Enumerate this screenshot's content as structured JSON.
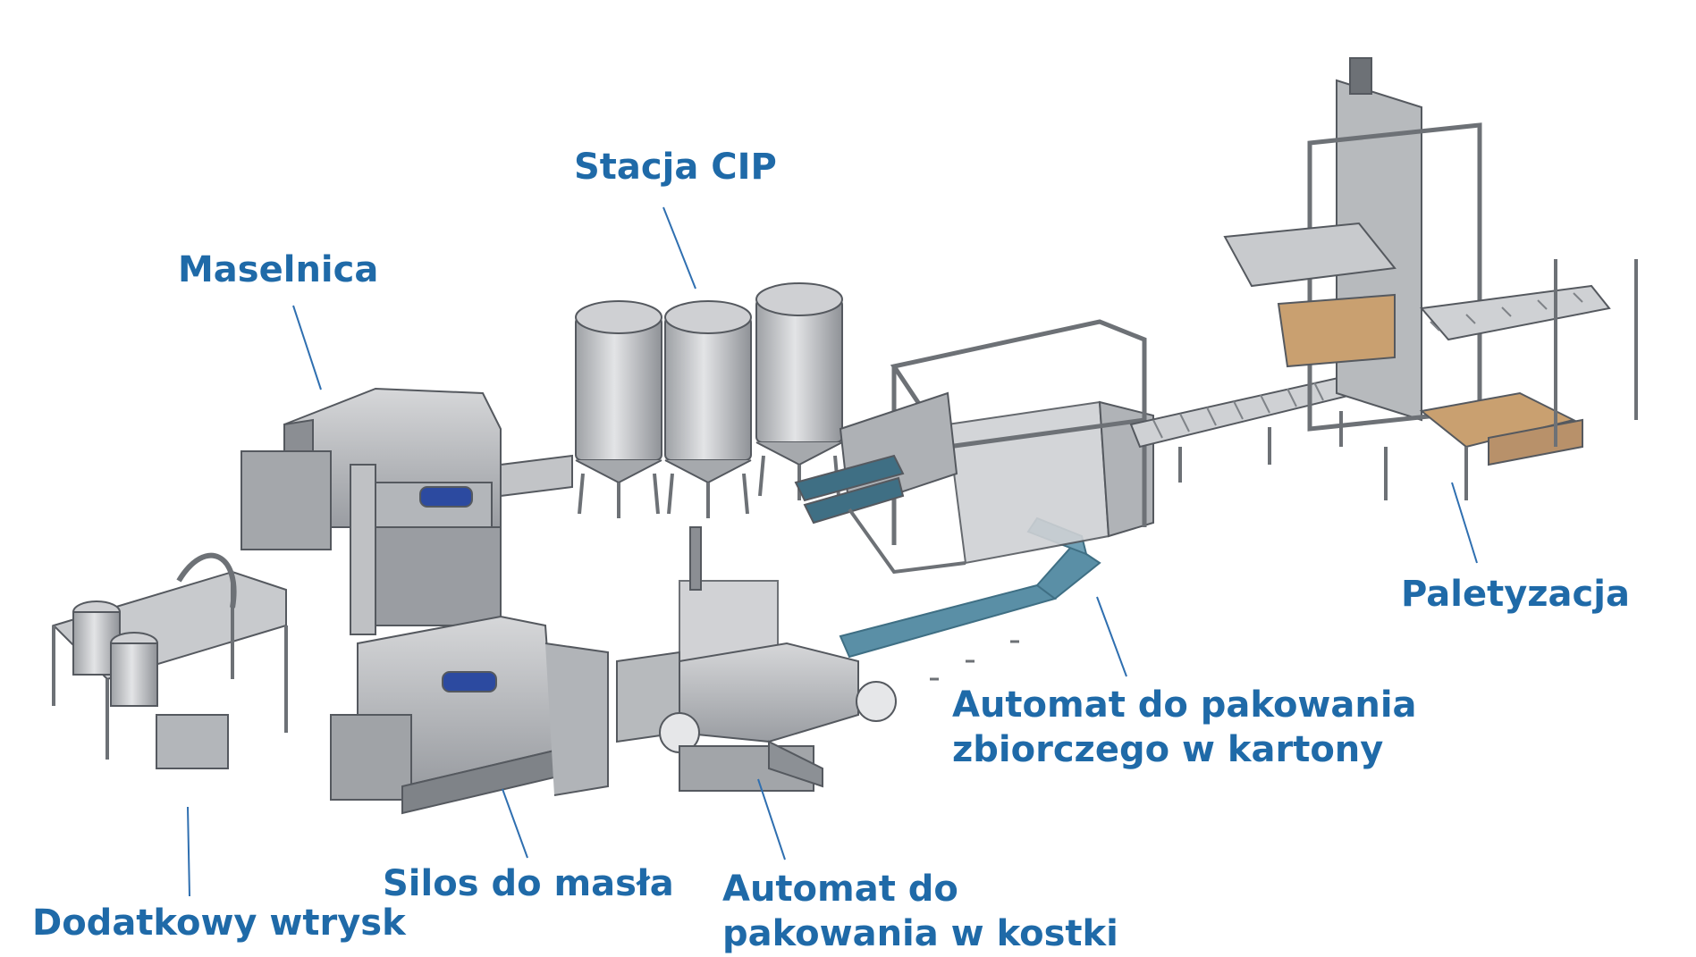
{
  "colors": {
    "label": "#1f6aa8",
    "leader": "#2f6fb0",
    "machine_body": "#c2c4c7",
    "machine_dark": "#8b8e93",
    "machine_edge": "#55595f",
    "tank": "#d2d3d5",
    "conveyor": "#5a8fa6",
    "pallet": "#c9a070",
    "badge": "#2c4aa0"
  },
  "labels": {
    "stacja_cip": "Stacja CIP",
    "maselnica": "Maselnica",
    "paletyzacja": "Paletyzacja",
    "kartony_line1": "Automat do pakowania",
    "kartony_line2": "zbiorczego w kartony",
    "silos": "Silos do masła",
    "dodatkowy": "Dodatkowy wtrysk",
    "kostki_line1": "Automat do",
    "kostki_line2": "pakowania w kostki"
  }
}
